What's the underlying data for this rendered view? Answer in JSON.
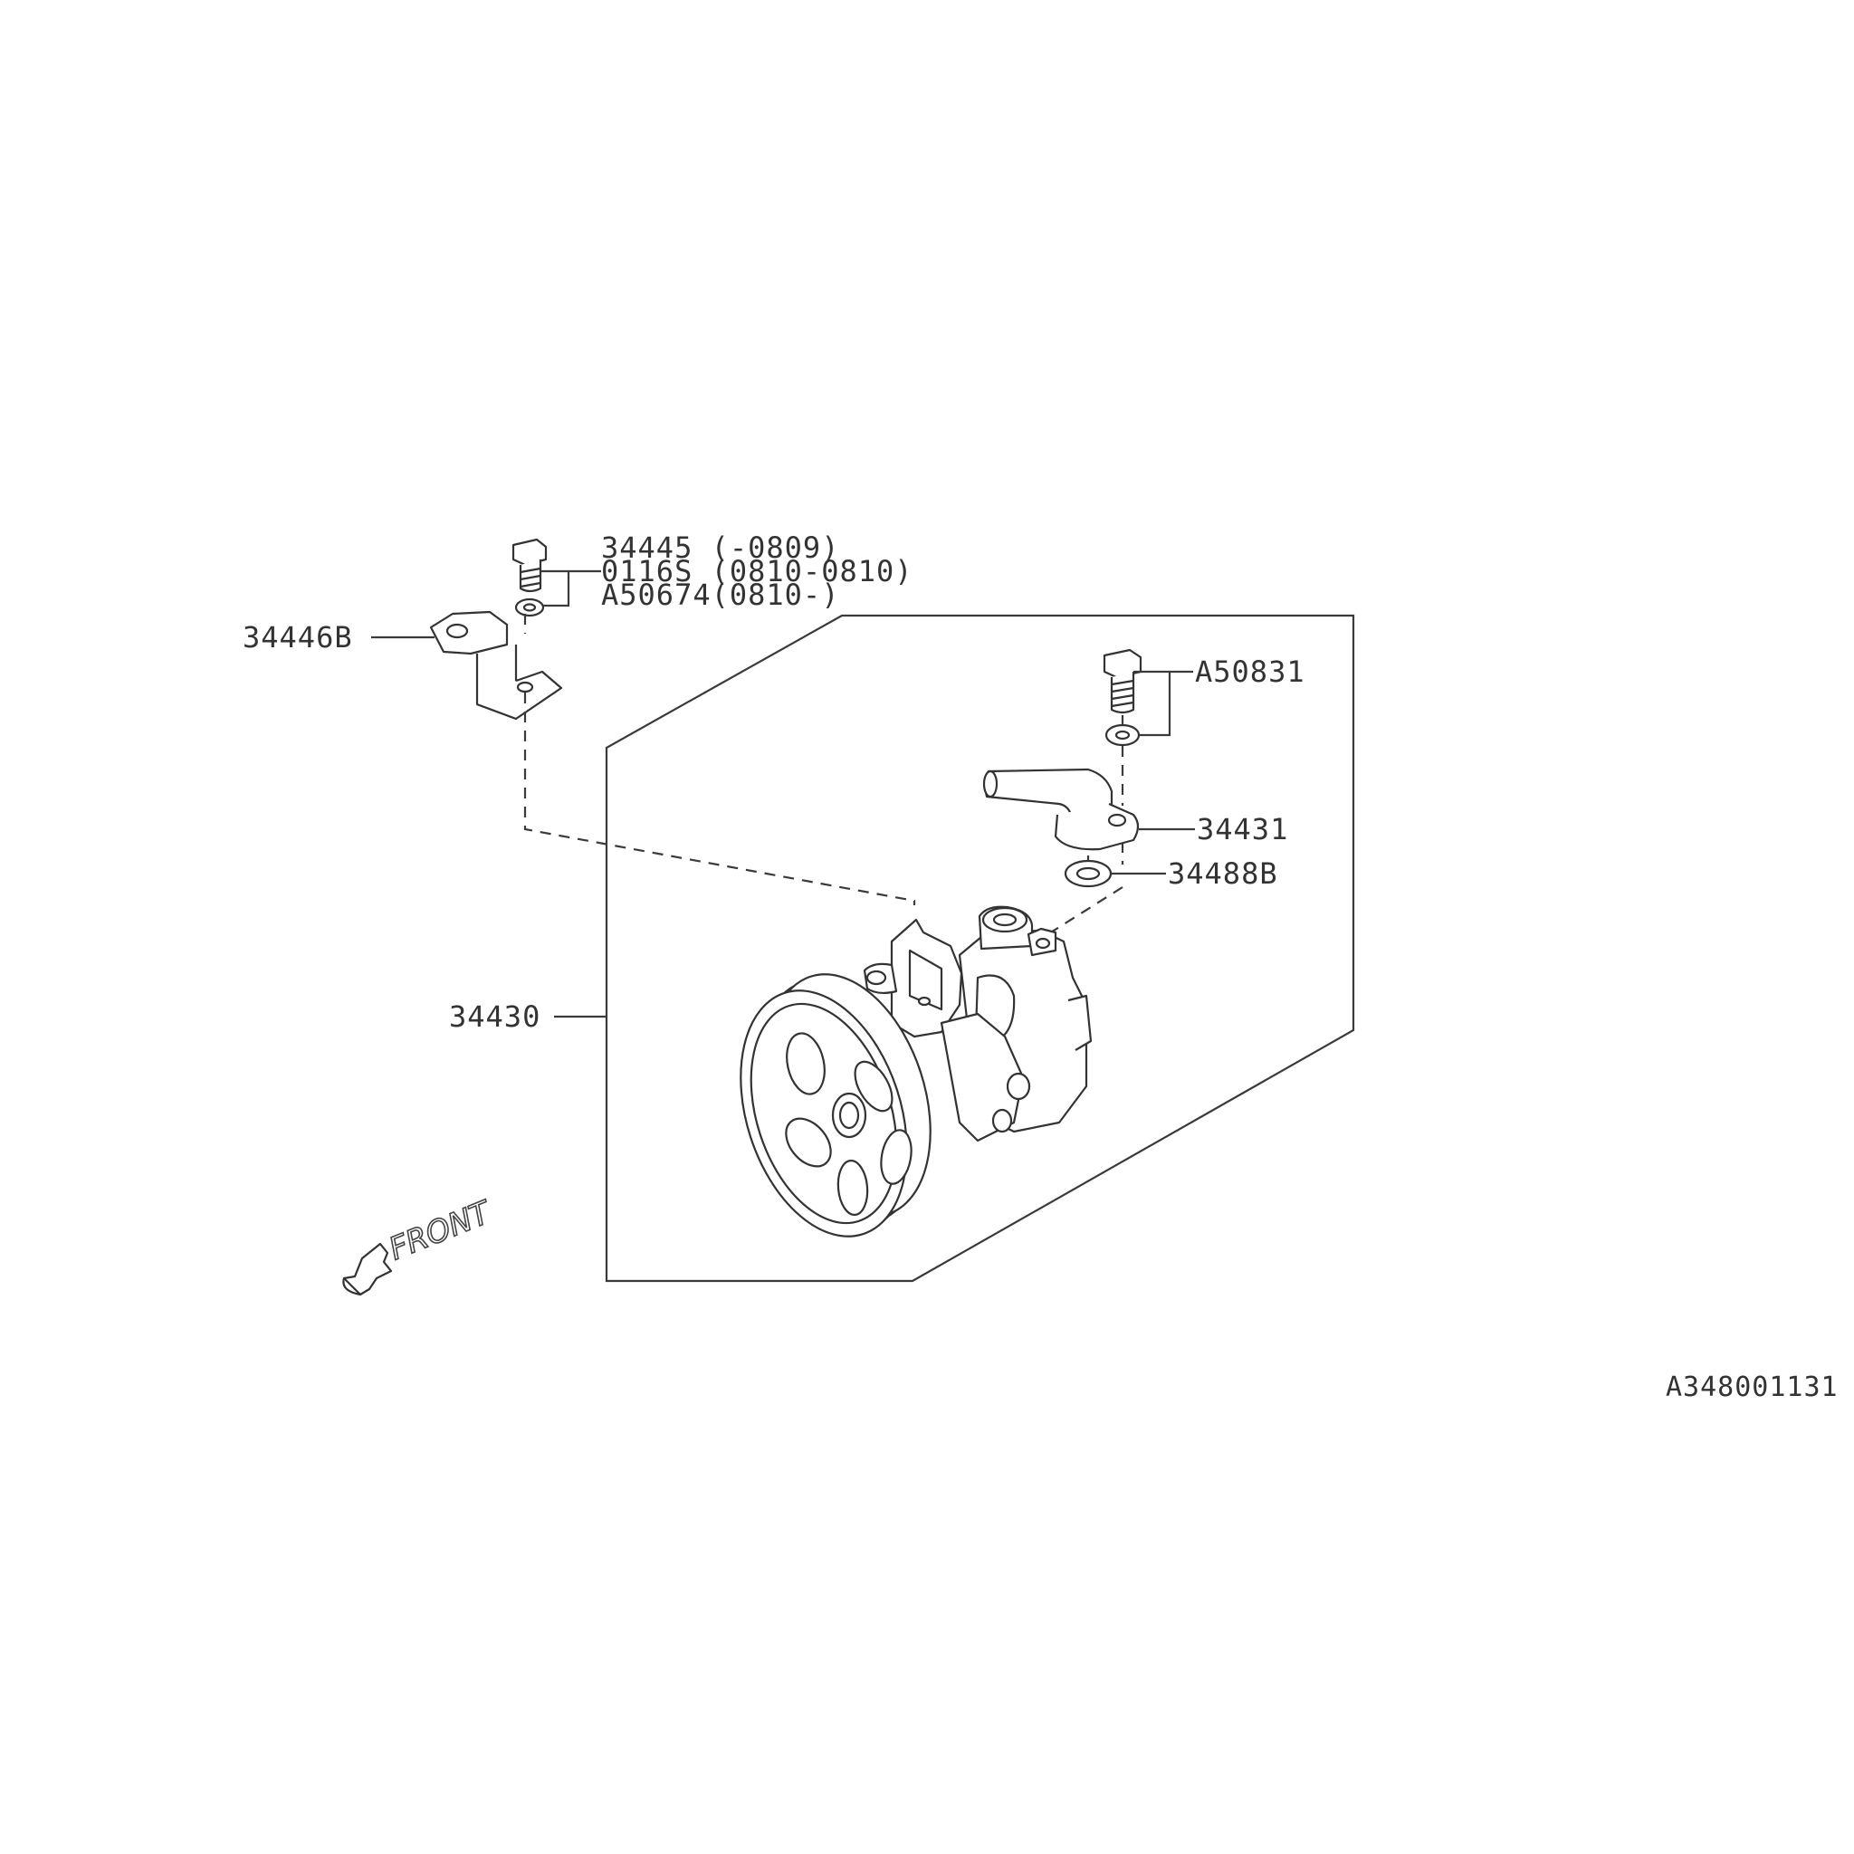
{
  "labels": {
    "bolt_top_left_a": "34445 (-0809)",
    "bolt_top_left_b": "0116S  (0810-0810)",
    "bolt_top_left_c": "A50674(0810-)",
    "bracket": "34446B",
    "bolt_right": "A50831",
    "pipe": "34431",
    "gasket": "34488B",
    "pump": "34430",
    "front": "FRONT",
    "diagram_code": "A348001131"
  },
  "colors": {
    "line": "#3a3a3a",
    "text": "#333333",
    "background": "#ffffff"
  }
}
